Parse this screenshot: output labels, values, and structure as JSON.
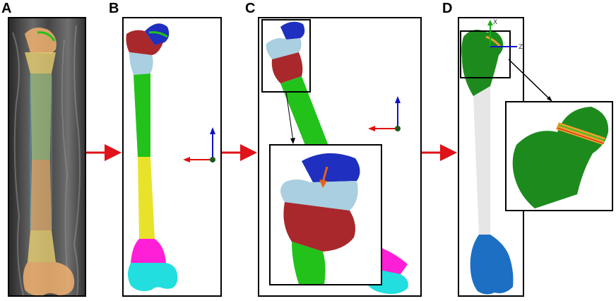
{
  "panels": [
    {
      "label": "A"
    },
    {
      "label": "B"
    },
    {
      "label": "C"
    },
    {
      "label": "D"
    }
  ],
  "axes_labels": {
    "x": "X",
    "z": "Z"
  },
  "colors": {
    "head_blue": "#1f2fbf",
    "neck_lightblue": "#a9cfe0",
    "trochanter_red": "#a8282c",
    "shaft_green": "#22c21a",
    "shaft_yellow": "#e8e32a",
    "distal_magenta": "#ff1fd6",
    "condyle_cyan": "#22dede",
    "femur_green_dark": "#1d8a1d",
    "femur_white": "#e6e6e6",
    "condyle_blue": "#1d6fc4",
    "arrow_red": "#e0121a",
    "arrow_orange": "#e8621a",
    "axis_blue": "#1010c8",
    "axis_red": "#e01010",
    "axis_green": "#11b011"
  }
}
